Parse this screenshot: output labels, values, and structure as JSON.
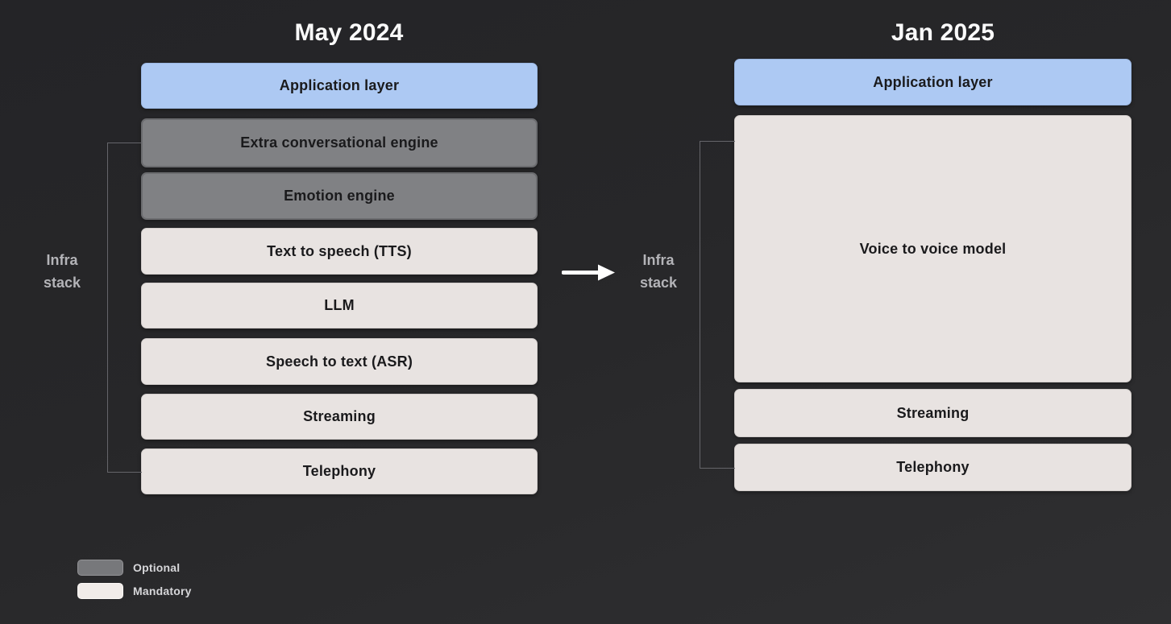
{
  "titles": {
    "left": "May 2024",
    "right": "Jan 2025"
  },
  "infra_label": {
    "text": "Infra stack"
  },
  "left_stack": {
    "rows": [
      {
        "label": "Application layer",
        "variant": "blue"
      },
      {
        "label": "Extra conversational engine",
        "variant": "gray"
      },
      {
        "label": "Emotion engine",
        "variant": "gray"
      },
      {
        "label": "Text to speech (TTS)",
        "variant": "light"
      },
      {
        "label": "LLM",
        "variant": "light"
      },
      {
        "label": "Speech to text (ASR)",
        "variant": "light"
      },
      {
        "label": "Streaming",
        "variant": "light"
      },
      {
        "label": "Telephony",
        "variant": "light"
      }
    ]
  },
  "right_stack": {
    "rows": [
      {
        "label": "Application layer",
        "variant": "blue"
      },
      {
        "label": "Voice to voice model",
        "variant": "light"
      },
      {
        "label": "Streaming",
        "variant": "light"
      },
      {
        "label": "Telephony",
        "variant": "light"
      }
    ]
  },
  "legend": {
    "items": [
      {
        "label": "Optional",
        "color": "#77787b"
      },
      {
        "label": "Mandatory",
        "color": "#f1ece9"
      }
    ]
  },
  "colors": {
    "background_top": "#242427",
    "background_bottom": "#2f2f31",
    "blue_box": "#adc9f3",
    "gray_box": "#808184",
    "light_box": "#e8e3e1",
    "box_text": "#1a1a1c",
    "title_text": "#fafafa",
    "bracket_line": "#65656a",
    "infra_label_text": "#b4b4b8",
    "legend_text": "#d6d6d9",
    "arrow": "#ffffff"
  }
}
